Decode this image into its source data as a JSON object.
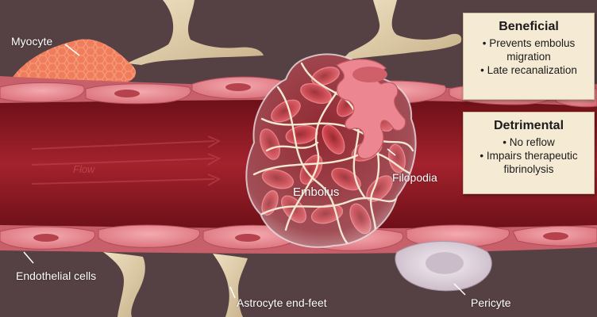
{
  "labels": {
    "myocyte": "Myocyte",
    "flow": "Flow",
    "embolus": "Embolus",
    "filopodia": "Filopodia",
    "endothelial": "Endothelial cells",
    "astrocyte": "Astrocyte end-feet",
    "pericyte": "Pericyte"
  },
  "beneficial": {
    "title": "Beneficial",
    "items": [
      "• Prevents embolus",
      "migration",
      "• Late recanalization"
    ]
  },
  "detrimental": {
    "title": "Detrimental",
    "items": [
      "• No reflow",
      "• Impairs therapeutic",
      "fibrinolysis"
    ]
  },
  "colors": {
    "background": "#5a4447",
    "vessel_lumen": "#8e1a24",
    "endothelial_cell": "#e48a92",
    "astrocyte": "#dcc9a4",
    "myocyte": "#f07e5c",
    "pericyte": "#e4dbe2",
    "red_blood_cell": "#c3323c",
    "fibrin": "#f3e7cc",
    "info_box": "#f5ebd4"
  }
}
